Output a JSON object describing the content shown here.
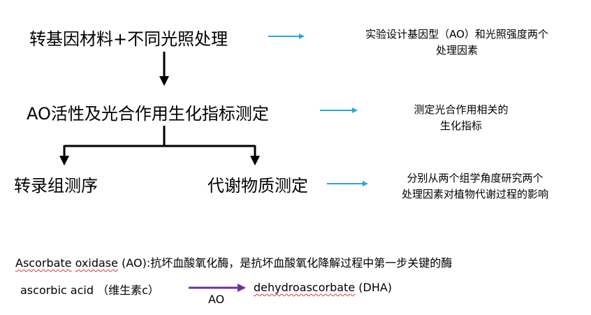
{
  "flow": {
    "step1": "转基因材料+不同光照处理",
    "step2": "AO活性及光合作用生化指标测定",
    "step3a": "转录组测序",
    "step3b": "代谢物质测定"
  },
  "notes": {
    "note1_line1": "实验设计基因型（AO）和光照强度两个",
    "note1_line2": "处理因素",
    "note2_line1": "测定光合作用相关的",
    "note2_line2": "生化指标",
    "note3_line1": "分别从两个组学角度研究两个",
    "note3_line2": "处理因素对植物代谢过程的影响"
  },
  "footer": {
    "definition_term": "Ascorbate",
    "definition_term2": "oxidase",
    "definition_rest": " (AO):抗坏血酸氧化酶，是抗坏血酸氧化降解过程中第一步关键的酶",
    "reaction_substrate": "ascorbic acid （维生素c）",
    "reaction_product_term": "dehydroascorbate",
    "reaction_product_rest": " (DHA)",
    "reaction_enzyme": "AO"
  },
  "colors": {
    "blue_arrow": "#29a6e0",
    "purple_arrow": "#7030a0",
    "black_arrow": "#000000"
  }
}
